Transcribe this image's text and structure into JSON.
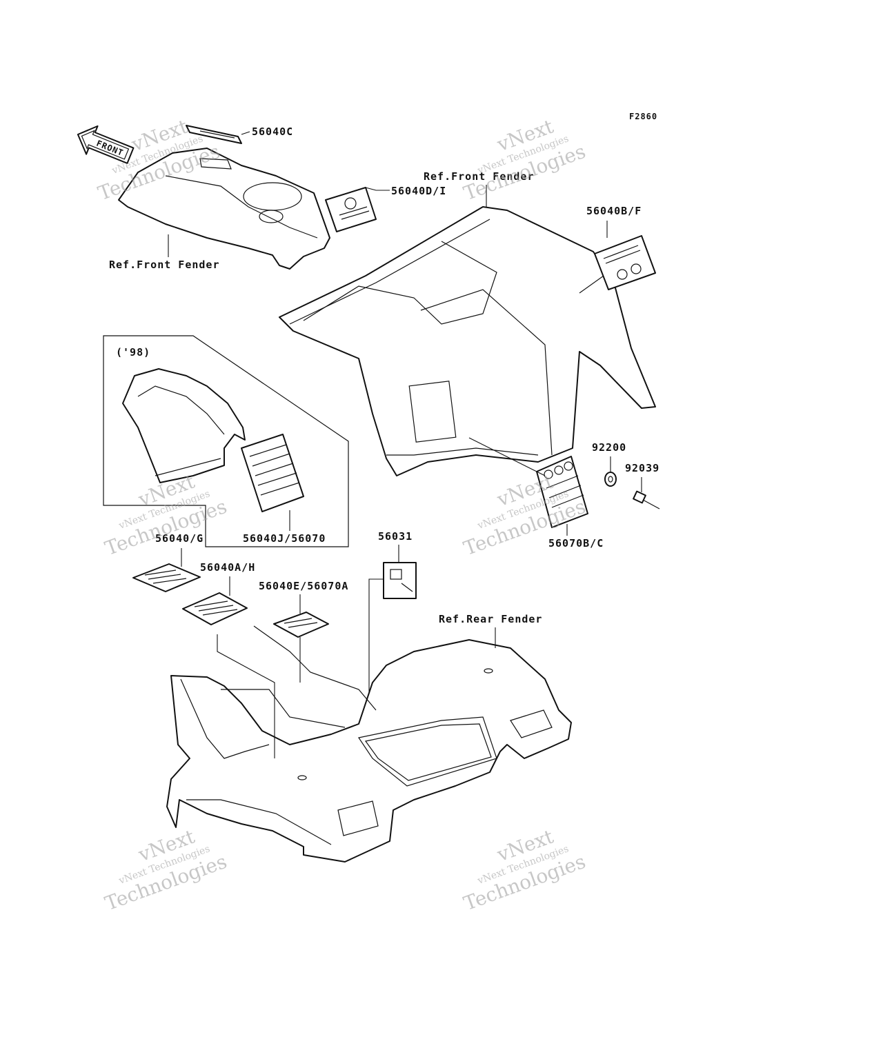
{
  "figure_code": "F2860",
  "front_arrow_text": "FRONT",
  "variant_box_label": "('98)",
  "labels": {
    "l_56040C": "56040C",
    "l_56040DI": "56040D/I",
    "l_ref_front_fender_top": "Ref.Front Fender",
    "l_ref_front_fender_left": "Ref.Front Fender",
    "l_56040BF": "56040B/F",
    "l_92200": "92200",
    "l_92039": "92039",
    "l_56040JK": "56040J/56070",
    "l_56070BC": "56070B/C",
    "l_56040G": "56040/G",
    "l_56040AH": "56040A/H",
    "l_56031": "56031",
    "l_56040E": "56040E/56070A",
    "l_ref_rear_fender": "Ref.Rear Fender"
  },
  "watermark": {
    "line1": "vNext",
    "line2": "vNext Technologies",
    "line3": "Technologies"
  }
}
